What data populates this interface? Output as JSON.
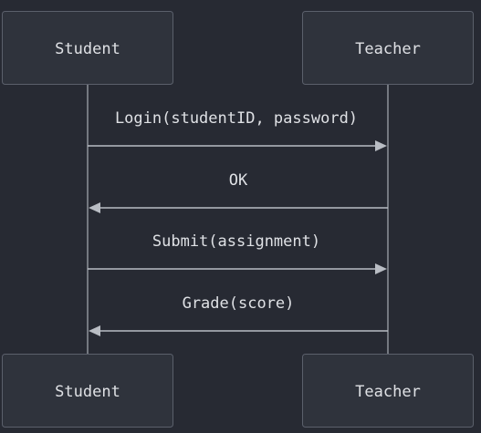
{
  "actors": [
    {
      "id": "student",
      "label": "Student"
    },
    {
      "id": "teacher",
      "label": "Teacher"
    }
  ],
  "messages": [
    {
      "from": "student",
      "to": "teacher",
      "label": "Login(studentID, password)"
    },
    {
      "from": "teacher",
      "to": "student",
      "label": "OK"
    },
    {
      "from": "student",
      "to": "teacher",
      "label": "Submit(assignment)"
    },
    {
      "from": "teacher",
      "to": "student",
      "label": "Grade(score)"
    }
  ],
  "colors": {
    "background": "#272a33",
    "box_fill": "#2f333c",
    "box_stroke": "#5b606b",
    "text": "#dfe1e5",
    "line": "#b9bdc4"
  }
}
